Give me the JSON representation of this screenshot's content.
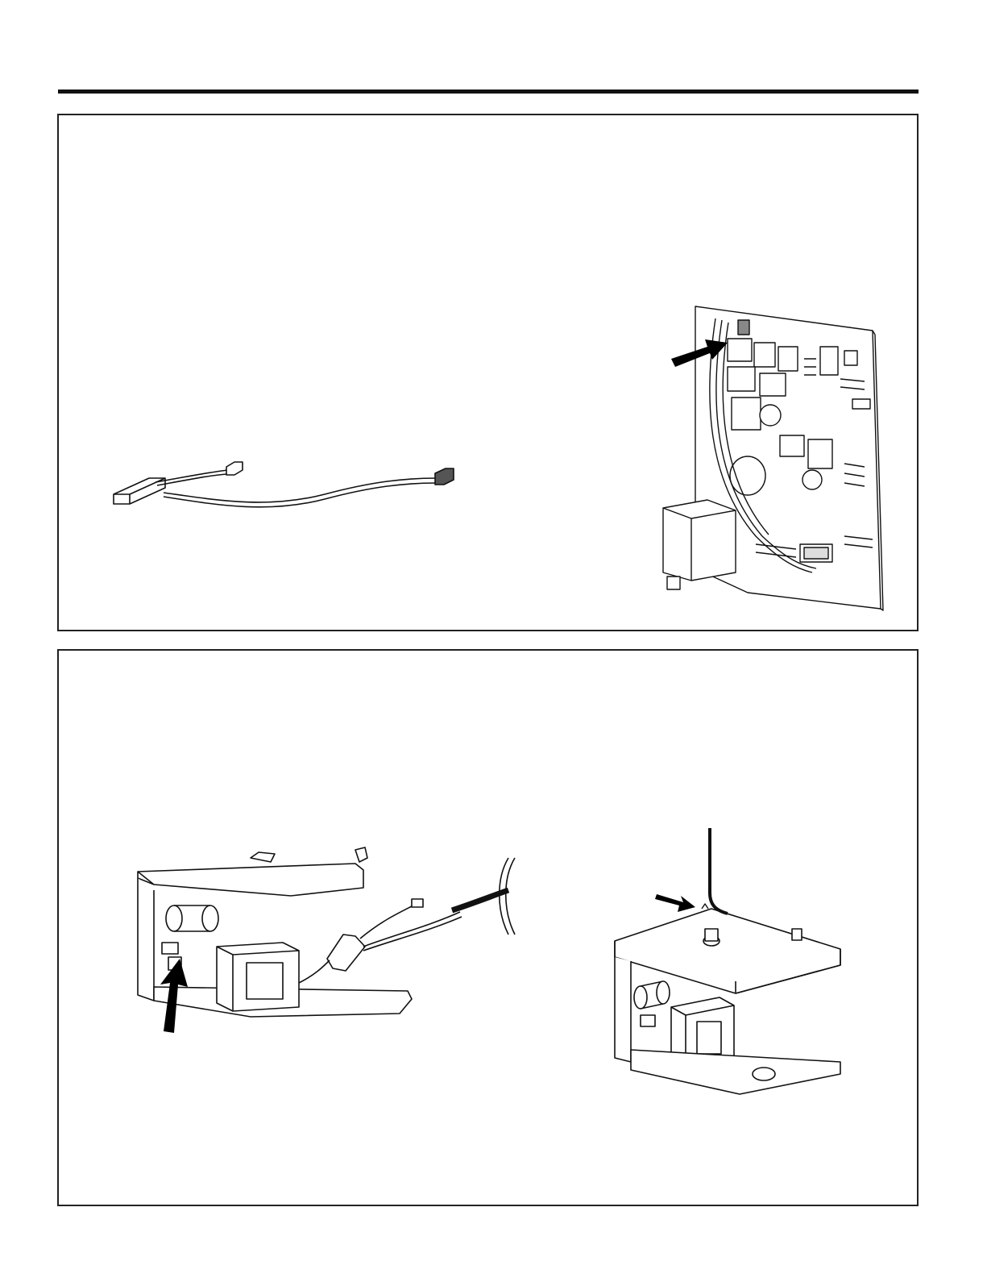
{
  "page": {
    "footer_text": ""
  },
  "panels": [
    {
      "id": "panel-1",
      "illustrations": [
        "wire-harness-illustration",
        "control-board-illustration"
      ]
    },
    {
      "id": "panel-2",
      "illustrations": [
        "bracket-with-harness-illustration",
        "bracket-routed-wire-illustration"
      ]
    }
  ],
  "colors": {
    "line": "#111111",
    "arrow": "#000000",
    "connector_fill": "#555555",
    "background": "#ffffff"
  },
  "icons": {
    "pointer_arrow": "solid-black-arrow-icon"
  }
}
